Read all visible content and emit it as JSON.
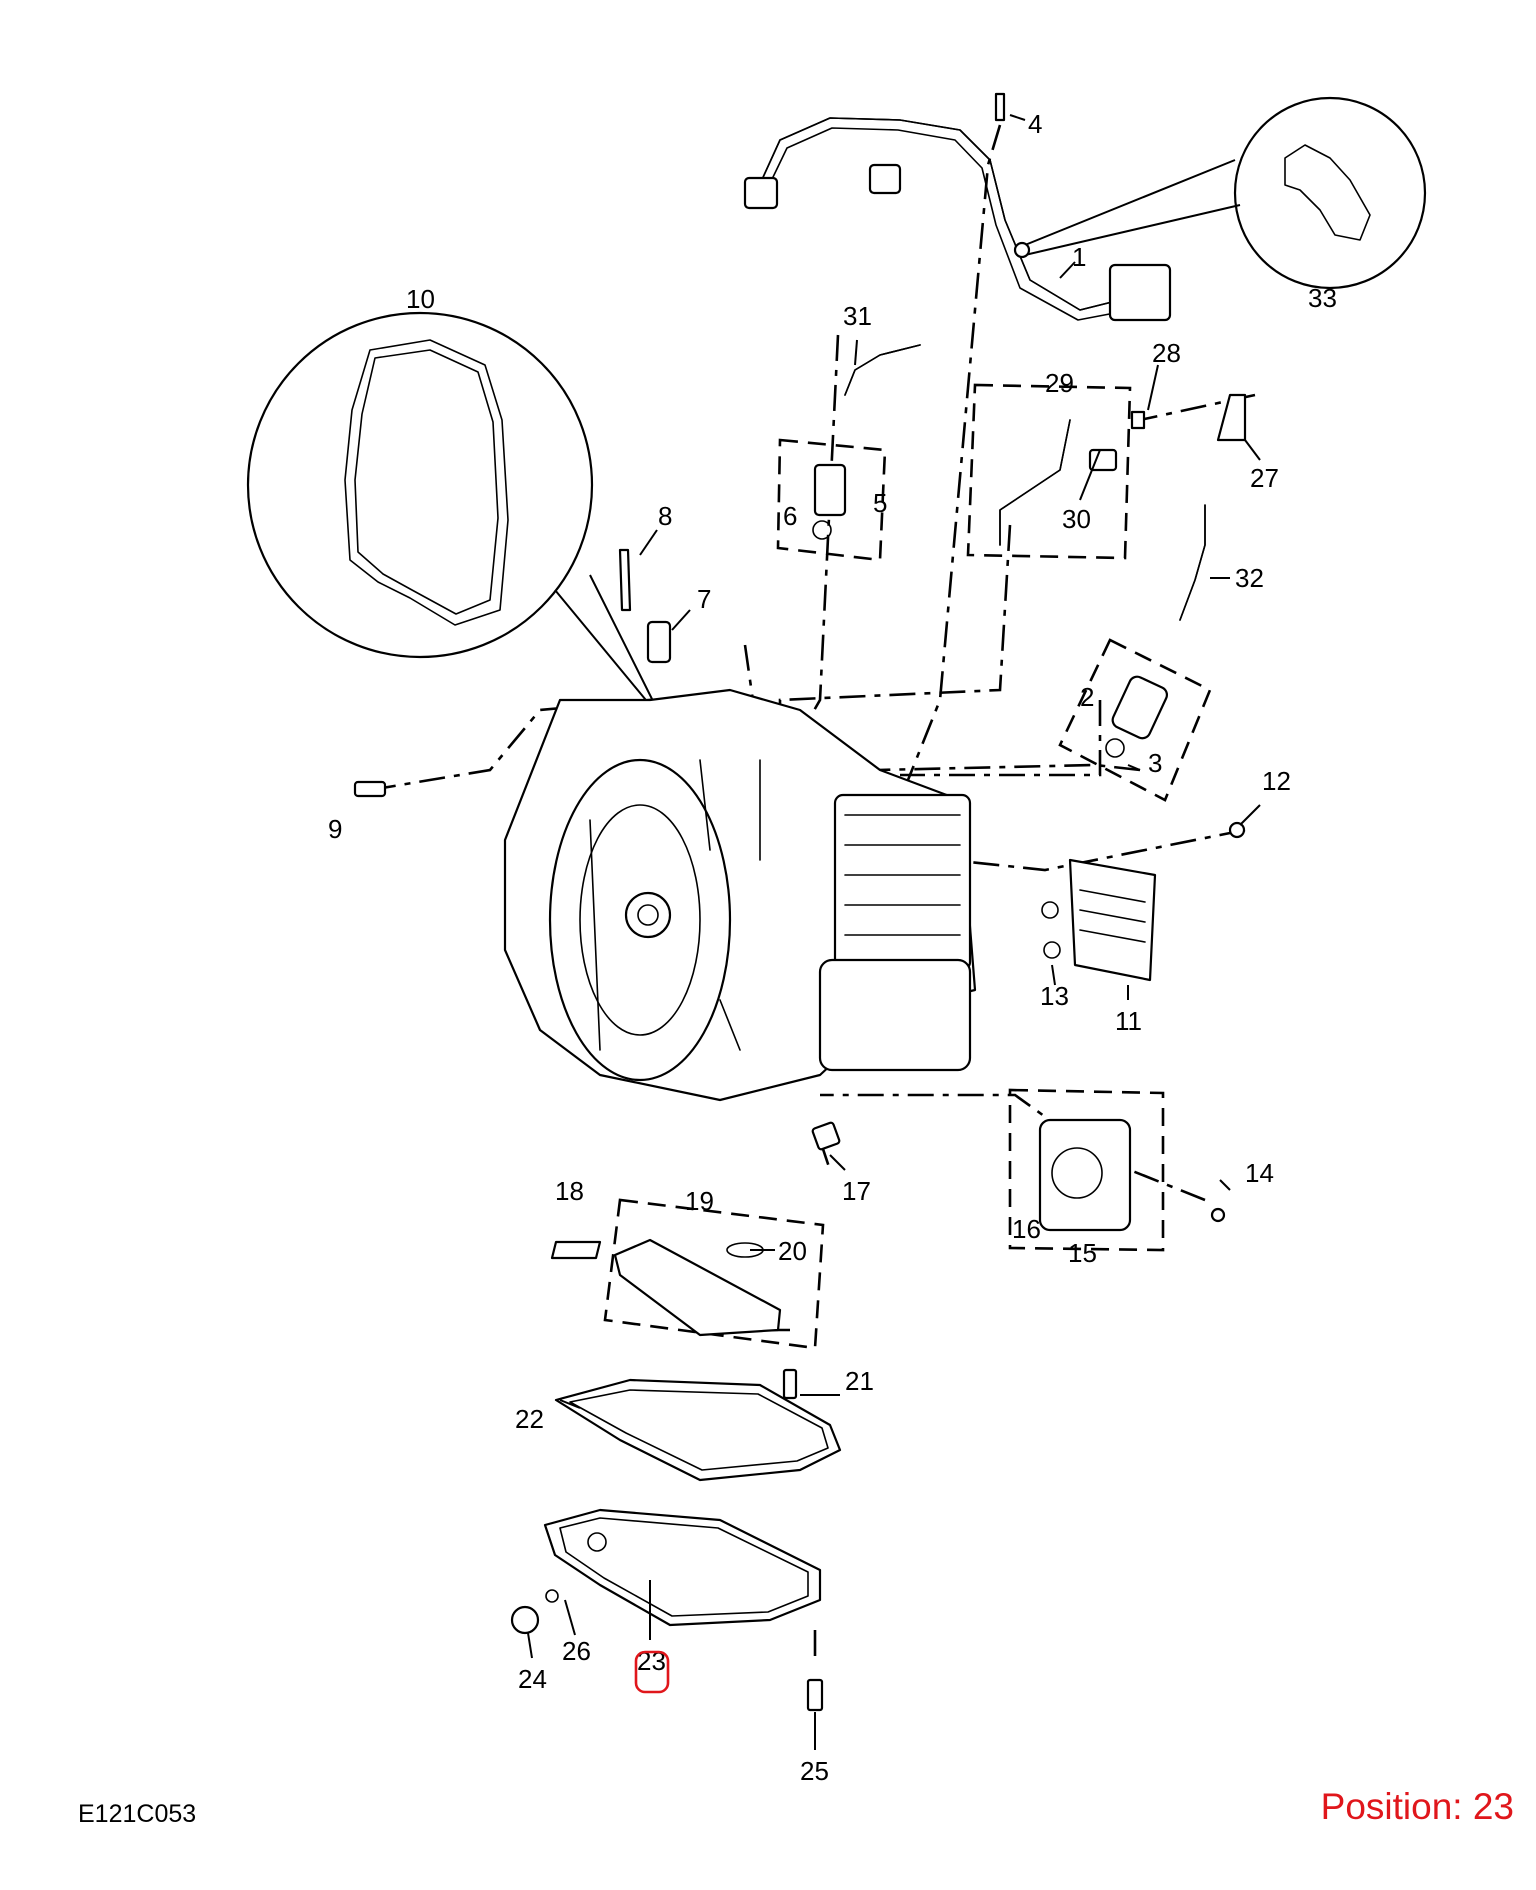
{
  "diagram": {
    "code": "E121C053",
    "position_text": "Position: 23",
    "highlight_color": "#e0161b",
    "selected_part": "23",
    "part_labels": [
      "1",
      "2",
      "3",
      "4",
      "5",
      "6",
      "7",
      "8",
      "9",
      "10",
      "11",
      "12",
      "13",
      "14",
      "15",
      "16",
      "17",
      "18",
      "19",
      "20",
      "21",
      "22",
      "23",
      "24",
      "25",
      "26",
      "27",
      "28",
      "29",
      "30",
      "31",
      "32",
      "33"
    ]
  }
}
